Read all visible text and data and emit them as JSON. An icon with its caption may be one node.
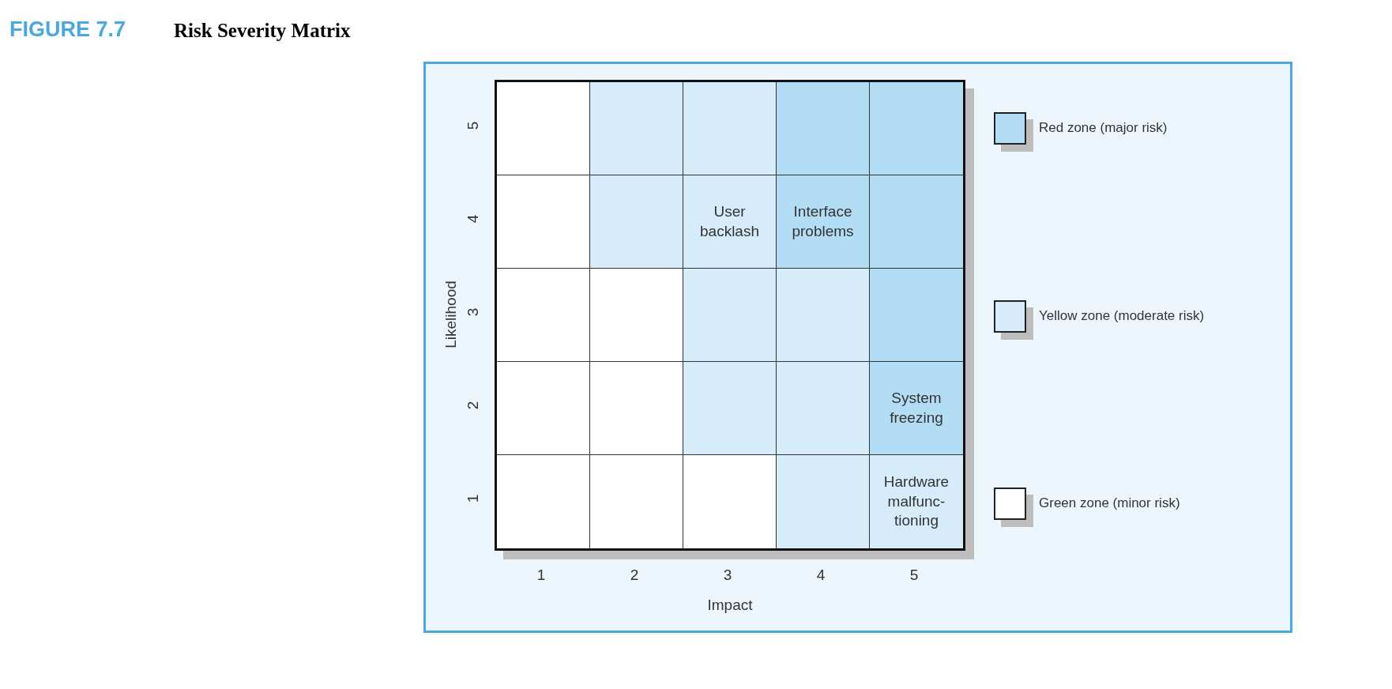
{
  "diagram": {
    "title": "Risk Severity Matrix",
    "nodes": [
      {
        "text": [],
        "shape": "box"
      },
      {
        "text": [],
        "shape": "box"
      },
      {
        "text": [],
        "shape": "box"
      },
      {
        "text": [],
        "shape": "box"
      },
      {
        "text": [],
        "shape": "box"
      },
      {
        "text": [],
        "shape": "box"
      },
      {
        "text": [],
        "shape": "box"
      },
      {
        "text": [
          "User backlash"
        ]
      },
      {
        "text": [
          "Interface problems"
        ]
      },
      {
        "text": [],
        "shape": "box"
      },
      {
        "text": [],
        "shape": "box"
      },
      {
        "text": [],
        "shape": "box"
      },
      {
        "text": [],
        "shape": "box"
      },
      {
        "text": [],
        "shape": "box"
      },
      {
        "text": [],
        "shape": "box"
      },
      {
        "text": [],
        "shape": "box"
      },
      {
        "text": [],
        "shape": "box"
      },
      {
        "text": [],
        "shape": "box"
      },
      {
        "text": [],
        "shape": "box"
      },
      {
        "text": [
          "System freezing"
        ]
      },
      {
        "text": [],
        "shape": "box"
      },
      {
        "text": [],
        "shape": "box"
      },
      {
        "text": [],
        "shape": "box"
      },
      {
        "text": [],
        "shape": "box"
      },
      {
        "text": [
          "Hardware malfunc- tioning"
        ]
      }
    ],
    "edges": [],
    "labels": [
      "FIGURE 7.7",
      "5",
      "4",
      "3",
      "2",
      "1",
      "Likelihood",
      "1",
      "2",
      "3",
      "4",
      "5",
      "Impact"
    ],
    "legend": [
      {
        "text": "Red zone (major risk)",
        "color": "#b3dcf5"
      },
      {
        "text": "Yellow zone (moderate risk)",
        "color": "#d6ecfa"
      },
      {
        "text": "Green zone (minor risk)",
        "color": "#ffffff"
      }
    ]
  }
}
